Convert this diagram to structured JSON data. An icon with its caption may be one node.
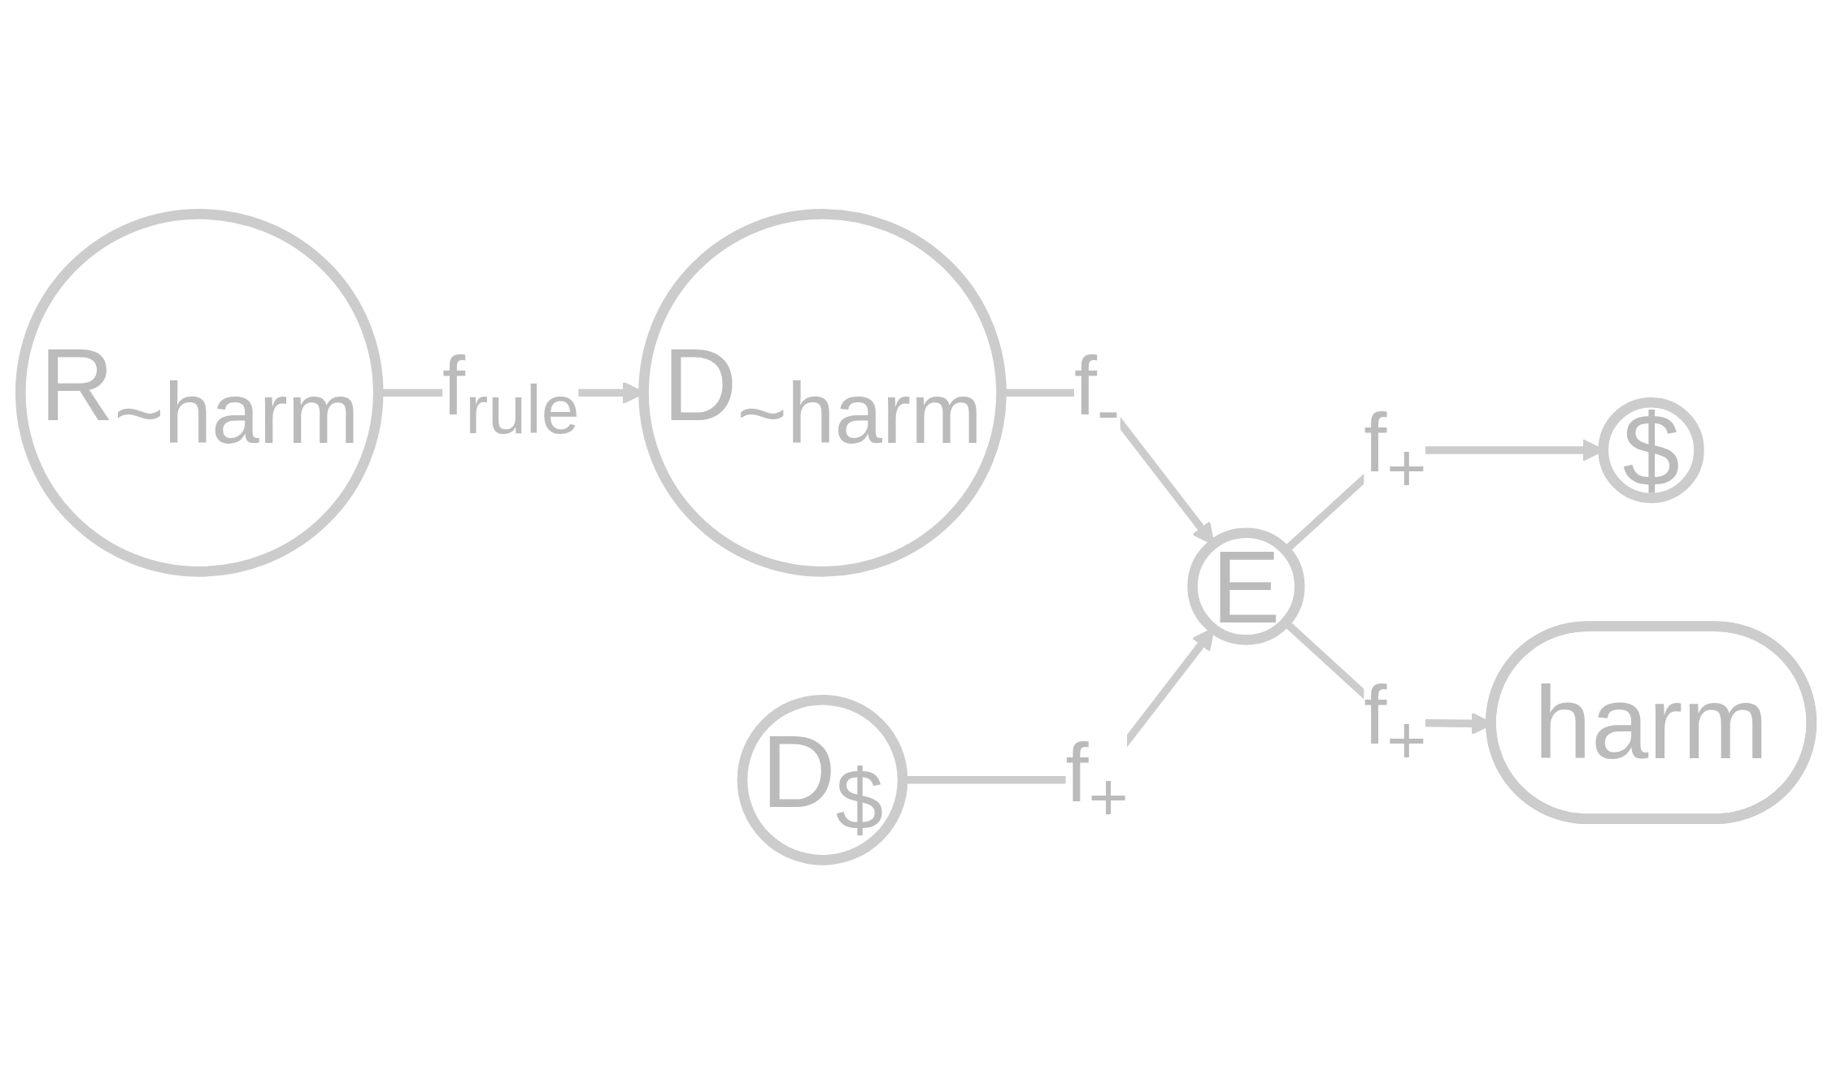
{
  "diagram": {
    "nodes": [
      {
        "text": [
          "R$_{~harm}$"
        ]
      },
      {
        "text": [
          "D$_{~harm}$"
        ]
      },
      {
        "text": [
          "D$_{$}$"
        ]
      },
      {
        "text": [
          "E"
        ]
      },
      {
        "text": [
          "$"
        ]
      },
      {
        "text": [
          "harm"
        ]
      }
    ],
    "edges": [
      {
        "from": 0,
        "to": 1,
        "arrow": "to",
        "label": "f$_{rule}$"
      },
      {
        "from": 1,
        "to": 3,
        "arrow": "to",
        "label": "f$_{-}$"
      },
      {
        "from": 2,
        "to": 3,
        "arrow": "to",
        "label": "f$_{+}$"
      },
      {
        "from": 3,
        "to": 4,
        "arrow": "to",
        "label": "f$_{+}$"
      },
      {
        "from": 3,
        "to": 5,
        "arrow": "to",
        "label": "f$_{+}$"
      }
    ]
  }
}
